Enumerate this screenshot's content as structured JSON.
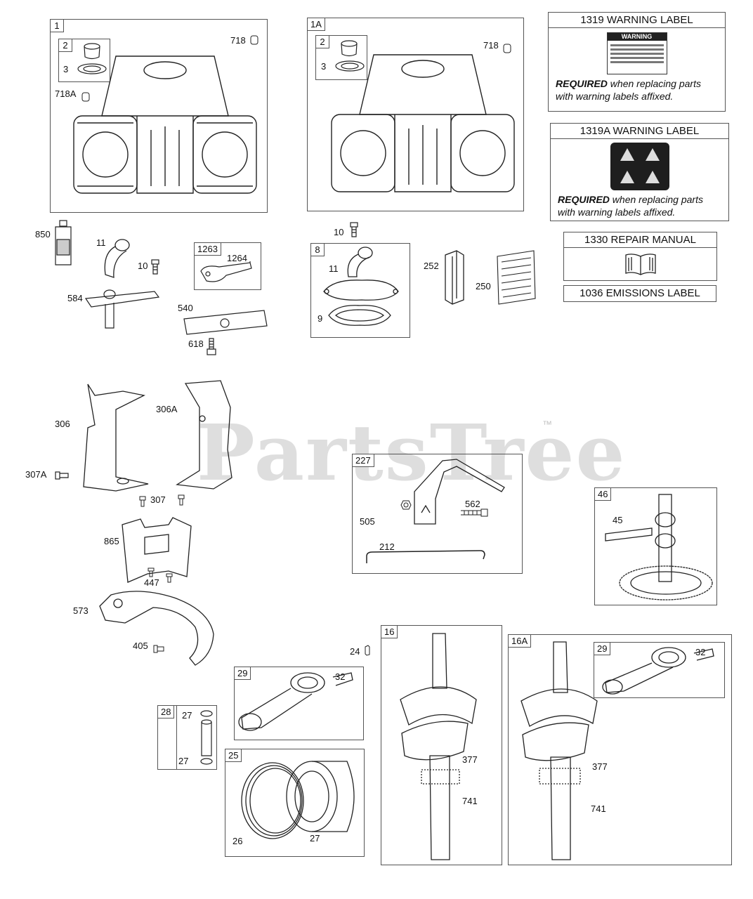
{
  "watermark": {
    "text": "PartsTree",
    "trademark": "™"
  },
  "groups": {
    "g1": "1",
    "g1A": "1A",
    "g8": "8",
    "g1263": "1263",
    "g227": "227",
    "g46": "46",
    "g29a": "29",
    "g28": "28",
    "g25": "25",
    "g16": "16",
    "g16A": "16A",
    "g29b": "29",
    "g2a": "2",
    "g2b": "2"
  },
  "labels_panel": {
    "warning_1319": {
      "title": "1319 WARNING LABEL",
      "sticker_heading": "WARNING",
      "req_bold": "REQUIRED",
      "req_rest": "when replacing parts with warning labels affixed."
    },
    "warning_1319A": {
      "title": "1319A WARNING LABEL",
      "req_bold": "REQUIRED",
      "req_rest": "when replacing parts with warning labels affixed."
    },
    "repair_manual": {
      "title": "1330 REPAIR MANUAL"
    },
    "emissions": {
      "title": "1036 EMISSIONS LABEL"
    }
  },
  "numbers": {
    "n718a": "718",
    "n3a": "3",
    "n718Aa": "718A",
    "n718b": "718",
    "n3b": "3",
    "n850": "850",
    "n11a": "11",
    "n10a": "10",
    "n1264": "1264",
    "n584": "584",
    "n540": "540",
    "n618": "618",
    "n10b": "10",
    "n11b": "11",
    "n9": "9",
    "n252": "252",
    "n250": "250",
    "n306": "306",
    "n306A": "306A",
    "n307A": "307A",
    "n307": "307",
    "n865": "865",
    "n447": "447",
    "n573": "573",
    "n405": "405",
    "n505": "505",
    "n562": "562",
    "n212": "212",
    "n45": "45",
    "n24": "24",
    "n32a": "32",
    "n27a": "27",
    "n27b": "27",
    "n26": "26",
    "n27c": "27",
    "n377a": "377",
    "n741a": "741",
    "n32b": "32",
    "n377b": "377",
    "n741b": "741"
  }
}
